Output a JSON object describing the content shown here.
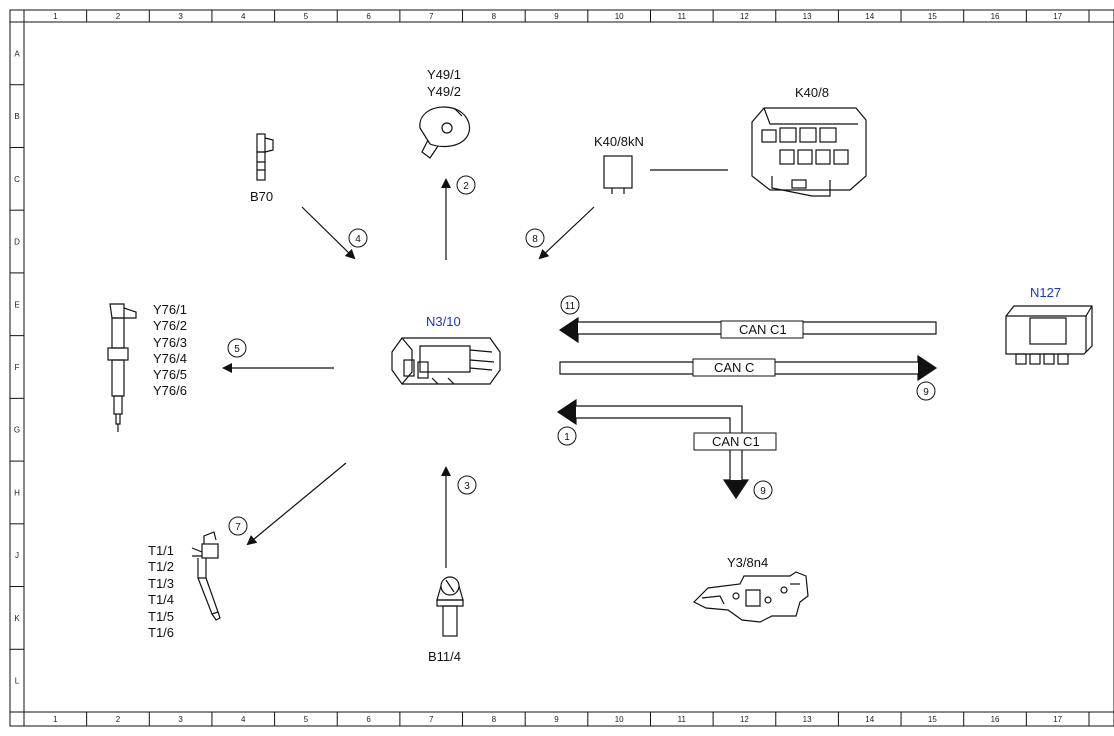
{
  "ruler": {
    "columns": [
      "1",
      "2",
      "3",
      "4",
      "5",
      "6",
      "7",
      "8",
      "9",
      "10",
      "11",
      "12",
      "13",
      "14",
      "15",
      "16",
      "17"
    ],
    "rows": [
      "A",
      "B",
      "C",
      "D",
      "E",
      "F",
      "G",
      "H",
      "J",
      "K",
      "L"
    ]
  },
  "components": {
    "center": "N3/10",
    "b70": "B70",
    "y49": [
      "Y49/1",
      "Y49/2"
    ],
    "k408kn": "K40/8kN",
    "k408": "K40/8",
    "y76": [
      "Y76/1",
      "Y76/2",
      "Y76/3",
      "Y76/4",
      "Y76/5",
      "Y76/6"
    ],
    "n127": "N127",
    "t1": [
      "T1/1",
      "T1/2",
      "T1/3",
      "T1/4",
      "T1/5",
      "T1/6"
    ],
    "b114": "B11/4",
    "y38n4": "Y3/8n4"
  },
  "signals": {
    "n1": "1",
    "n2": "2",
    "n3": "3",
    "n4": "4",
    "n5": "5",
    "n7": "7",
    "n8": "8",
    "n9a": "9",
    "n9b": "9",
    "n11": "11"
  },
  "buses": {
    "top": "CAN C1",
    "middle": "CAN C",
    "bottom": "CAN C1"
  },
  "colors": {
    "blue_label": "#1a33c8",
    "line": "#111111"
  }
}
